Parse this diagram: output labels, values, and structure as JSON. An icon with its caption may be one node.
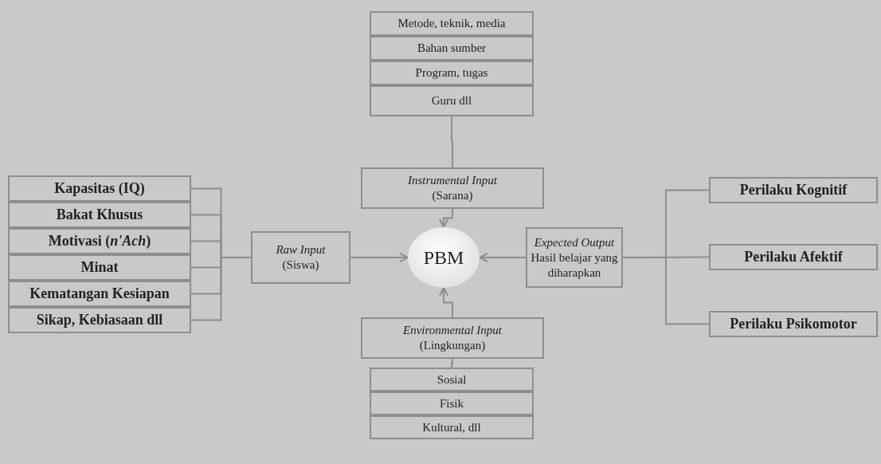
{
  "diagram": {
    "nodes": [
      {
        "text": [
          "Metode, teknik, media"
        ]
      },
      {
        "text": [
          "Bahan sumber"
        ]
      },
      {
        "text": [
          "Program, tugas"
        ]
      },
      {
        "text": [
          "Guru dll"
        ]
      },
      {
        "text": [
          "Instrumental Input",
          "(Sarana)"
        ]
      },
      {
        "text": [
          "Kapasitas (IQ)"
        ]
      },
      {
        "text": [
          "Bakat Khusus"
        ]
      },
      {
        "text": [
          "Motivasi (*n'Ach*)"
        ]
      },
      {
        "text": [
          "Minat"
        ]
      },
      {
        "text": [
          "Kematangan Kesiapan"
        ]
      },
      {
        "text": [
          "Sikap, Kebiasaan dll"
        ]
      },
      {
        "text": [
          "Raw Input",
          "(Siswa)"
        ]
      },
      {
        "text": [
          "PBM"
        ]
      },
      {
        "text": [
          "Expected Output",
          "Hasil belajar yang diharapkan"
        ]
      },
      {
        "text": [
          "Perilaku Kognitif"
        ]
      },
      {
        "text": [
          "Perilaku Afektif"
        ]
      },
      {
        "text": [
          "Perilaku Psikomotor"
        ]
      },
      {
        "text": [
          "Environmental Input",
          "(Lingkungan)"
        ]
      },
      {
        "text": [
          "Sosial"
        ]
      },
      {
        "text": [
          "Fisik"
        ]
      },
      {
        "text": [
          "Kultural, dll"
        ]
      }
    ],
    "edges": [
      {
        "from": 3,
        "to": 4,
        "arrow": "none"
      },
      {
        "from": 4,
        "to": 12,
        "arrow": "to"
      },
      {
        "from": 5,
        "to": 11,
        "arrow": "none"
      },
      {
        "from": 6,
        "to": 11,
        "arrow": "none"
      },
      {
        "from": 7,
        "to": 11,
        "arrow": "none"
      },
      {
        "from": 8,
        "to": 11,
        "arrow": "none"
      },
      {
        "from": 9,
        "to": 11,
        "arrow": "none"
      },
      {
        "from": 10,
        "to": 11,
        "arrow": "none"
      },
      {
        "from": 11,
        "to": 12,
        "arrow": "to"
      },
      {
        "from": 13,
        "to": 12,
        "arrow": "to"
      },
      {
        "from": 13,
        "to": 14,
        "arrow": "none"
      },
      {
        "from": 13,
        "to": 15,
        "arrow": "none"
      },
      {
        "from": 13,
        "to": 16,
        "arrow": "none"
      },
      {
        "from": 17,
        "to": 12,
        "arrow": "to"
      },
      {
        "from": 17,
        "to": 18,
        "arrow": "none"
      }
    ]
  }
}
